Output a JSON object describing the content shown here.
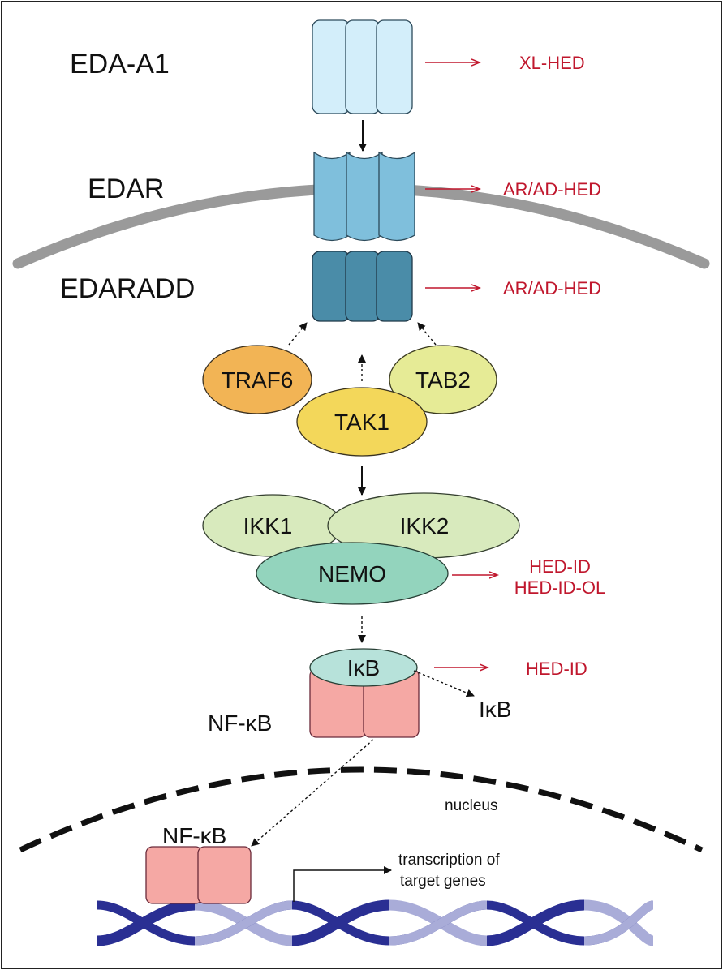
{
  "proteins": {
    "eda_a1": "EDA-A1",
    "edar": "EDAR",
    "edaradd": "EDARADD",
    "traf6": "TRAF6",
    "tab2": "TAB2",
    "tak1": "TAK1",
    "ikk1": "IKK1",
    "ikk2": "IKK2",
    "nemo": "NEMO",
    "ikb_bound": "IκB",
    "ikb_released": "IκB",
    "nfkb_cyto": "NF-κB",
    "nfkb_nuclear": "NF-κB"
  },
  "phenotypes": {
    "eda_a1": "XL-HED",
    "edar": "AR/AD-HED",
    "edaradd": "AR/AD-HED",
    "nemo_line1": "HED-ID",
    "nemo_line2": "HED-ID-OL",
    "ikb": "HED-ID"
  },
  "nucleus_label": "nucleus",
  "transcription": {
    "line1": "transcription of",
    "line2": "target genes"
  },
  "colors": {
    "eda_fill": "#d3eefa",
    "edar_fill": "#7fbfdc",
    "edaradd_fill": "#4a8ca8",
    "traf6_fill": "#f2b455",
    "tab2_fill": "#e6eb96",
    "tak1_fill": "#f3d75a",
    "ikk_fill": "#d8eabd",
    "nemo_fill": "#93d4bd",
    "ikb_fill": "#b7e2da",
    "nfkb_fill": "#f5a8a4",
    "membrane": "#9a9a9a",
    "mutation_text": "#c0172d",
    "dna_dark": "#2a2f93",
    "dna_light": "#a9acd8"
  }
}
